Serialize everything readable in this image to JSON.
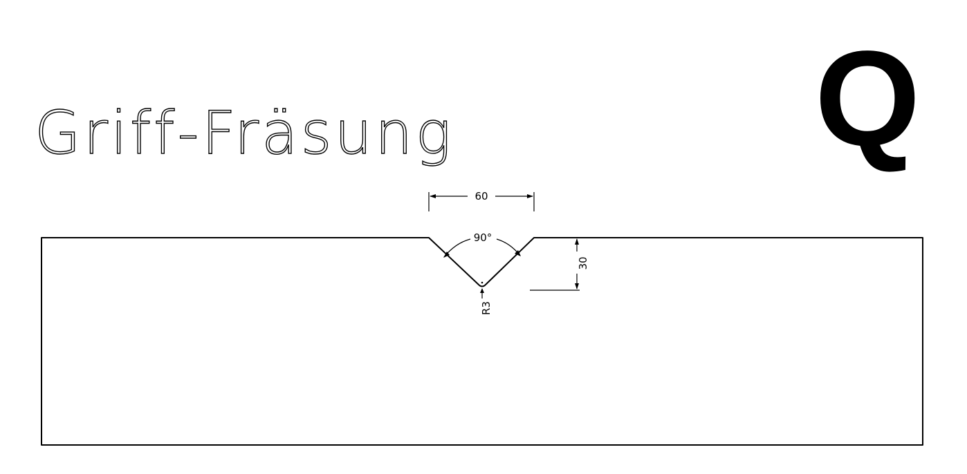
{
  "title": "Griff-Fräsung",
  "badge": "Q",
  "dimensions": {
    "width": "60",
    "angle": "90°",
    "depth": "30",
    "radius": "R3"
  }
}
